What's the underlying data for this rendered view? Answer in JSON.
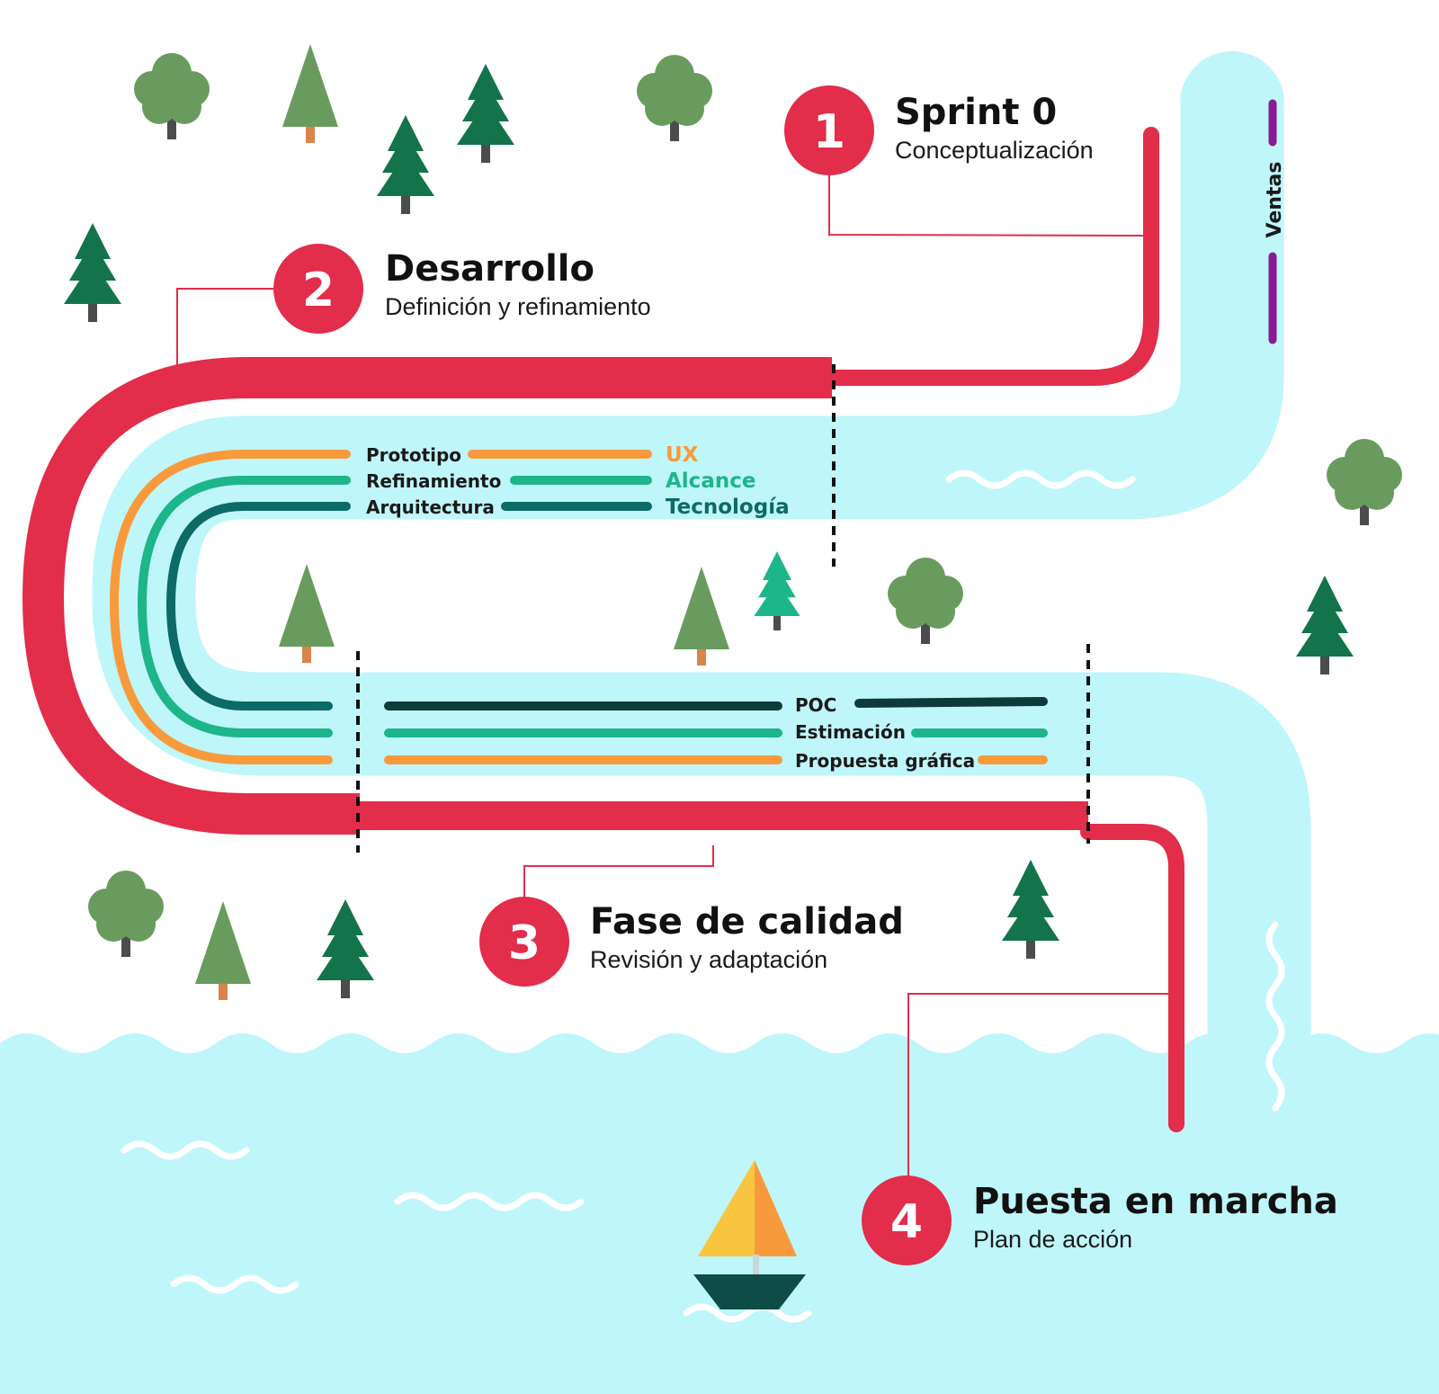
{
  "colors": {
    "river": "#bff6fa",
    "road": "#e22d4b",
    "orange": "#f89a3c",
    "green": "#1db58a",
    "teal": "#0c6a67",
    "dark": "#0e3b3a",
    "purple": "#8a1a93",
    "tree_round": "#6a9b5e",
    "tree_pine_light": "#6a9b5e",
    "tree_pine_dark": "#13734a",
    "trunk": "#4c4c4c"
  },
  "steps": [
    {
      "number": "1",
      "title": "Sprint 0",
      "subtitle": "Conceptualización"
    },
    {
      "number": "2",
      "title": "Desarrollo",
      "subtitle": "Definición y refinamiento"
    },
    {
      "number": "3",
      "title": "Fase de calidad",
      "subtitle": "Revisión y adaptación"
    },
    {
      "number": "4",
      "title": "Puesta en marcha",
      "subtitle": "Plan de acción"
    }
  ],
  "upper_tracks": [
    {
      "label": "Prototipo",
      "tag": "UX",
      "color": "orange"
    },
    {
      "label": "Refinamiento",
      "tag": "Alcance",
      "color": "green"
    },
    {
      "label": "Arquitectura",
      "tag": "Tecnología",
      "color": "teal"
    }
  ],
  "lower_tracks": [
    {
      "label": "POC",
      "color": "dark"
    },
    {
      "label": "Estimación",
      "color": "green"
    },
    {
      "label": "Propuesta gráfica",
      "color": "orange"
    }
  ],
  "side_label": "Ventas",
  "icons": {
    "round_tree": "round-tree-icon",
    "pine_tree": "pine-tree-icon",
    "boat": "sailboat-icon",
    "wave": "wave-icon"
  }
}
